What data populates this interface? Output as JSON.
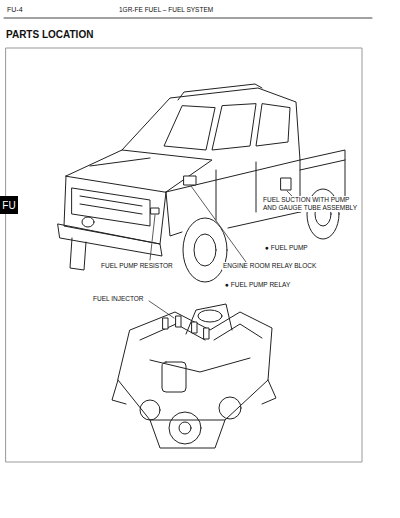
{
  "diagram": {
    "title": "PARTS LOCATION",
    "nodes": [
      {
        "text": [
          "FU"
        ]
      }
    ],
    "labels": [
      "FU-4",
      "1GR-FE FUEL – FUEL SYSTEM",
      "FUEL SUCTION WITH PUMP AND GAUGE TUBE ASSEMBLY",
      "● FUEL PUMP",
      "FUEL PUMP RESISTOR",
      "ENGINE ROOM RELAY BLOCK",
      "● FUEL PUMP RELAY",
      "FUEL INJECTOR"
    ]
  }
}
